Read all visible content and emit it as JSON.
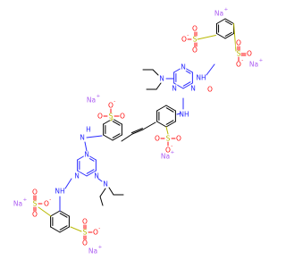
{
  "colors": {
    "carbon": "#000000",
    "nitrogen": "#2b2bff",
    "oxygen": "#ff0d0d",
    "sulfur": "#b8b800",
    "sodium": "#ab5cf2"
  },
  "labels": {
    "na": "Na",
    "plus": "+",
    "minus": "-",
    "o": "O",
    "s": "S",
    "n": "N",
    "nh": "NH",
    "hn": "HN",
    "h": "H"
  }
}
